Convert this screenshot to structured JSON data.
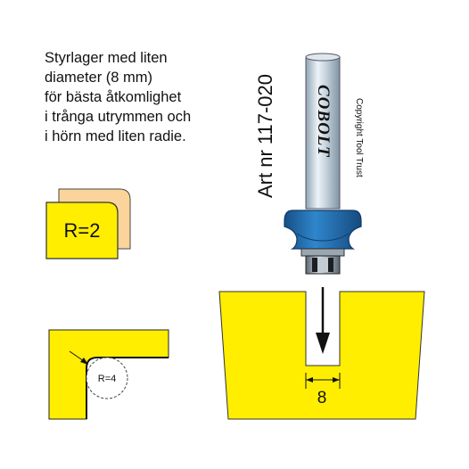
{
  "description": {
    "lines": [
      "Styrlager med liten",
      "diameter (8 mm)",
      "för bästa åtkomlighet",
      "i trånga utrymmen och",
      "i hörn med liten radie."
    ]
  },
  "radius_card": {
    "label": "R=2"
  },
  "corner_detail": {
    "label": "R=4"
  },
  "article": {
    "number": "Art nr 117-020"
  },
  "bit": {
    "brand": "COBOLT",
    "copyright": "Copyright Tool Trust"
  },
  "groove": {
    "width_label": "8"
  },
  "colors": {
    "yellow": "#ffee00",
    "peach": "#fbd49b",
    "blue": "#1f6bb0",
    "steel": "#c8d6e2"
  }
}
